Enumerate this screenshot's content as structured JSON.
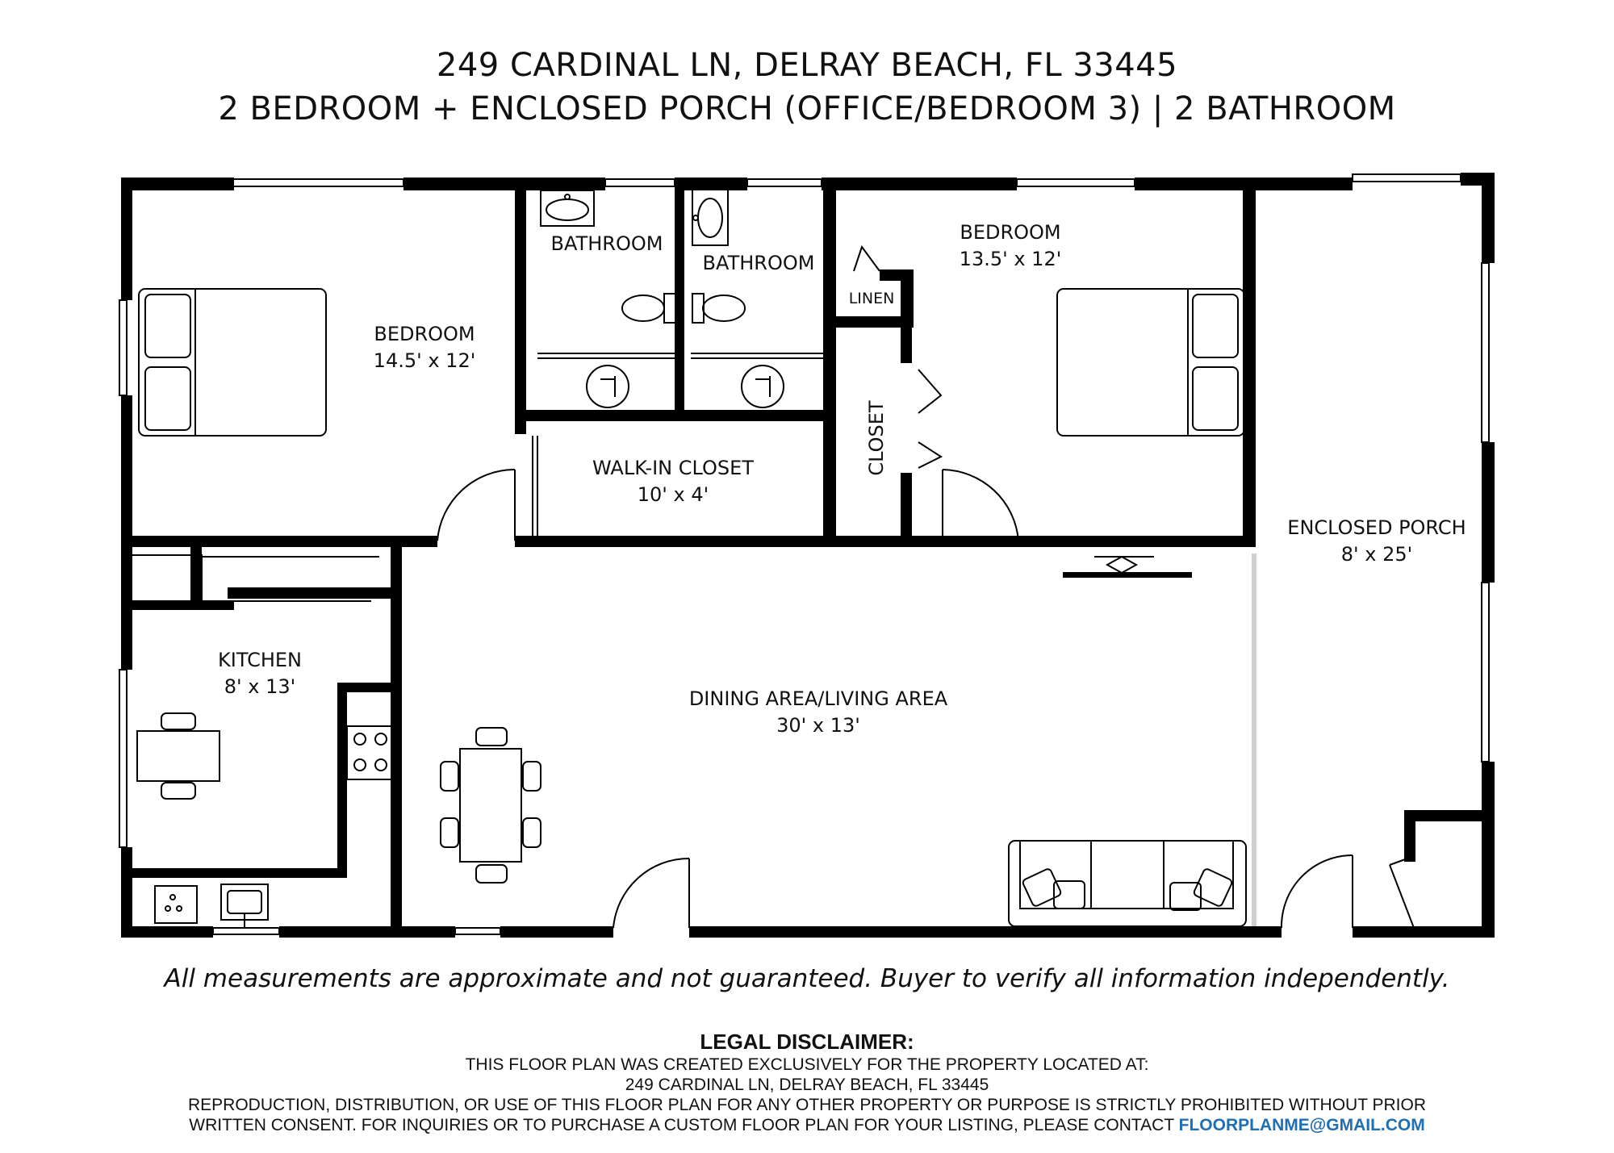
{
  "header": {
    "address": "249 CARDINAL LN, DELRAY BEACH, FL 33445",
    "summary": "2 BEDROOM + ENCLOSED PORCH (OFFICE/BEDROOM 3) | 2 BATHROOM"
  },
  "rooms": {
    "bedroom_left": {
      "name": "BEDROOM",
      "size": "14.5' x 12'"
    },
    "bathroom_a": {
      "name": "BATHROOM"
    },
    "bathroom_b": {
      "name": "BATHROOM"
    },
    "linen": {
      "name": "LINEN"
    },
    "bedroom_right": {
      "name": "BEDROOM",
      "size": "13.5' x 12'"
    },
    "walkin_closet": {
      "name": "WALK-IN CLOSET",
      "size": "10' x 4'"
    },
    "closet": {
      "name": "CLOSET"
    },
    "enclosed_porch": {
      "name": "ENCLOSED PORCH",
      "size": "8' x 25'"
    },
    "kitchen": {
      "name": "KITCHEN",
      "size": "8' x 13'"
    },
    "dining_living": {
      "name": "DINING AREA/LIVING AREA",
      "size": "30' x 13'"
    }
  },
  "footer": {
    "note": "All measurements are approximate and not guaranteed. Buyer to verify all information independently.",
    "legal_heading": "LEGAL DISCLAIMER:",
    "legal_line1": "THIS FLOOR PLAN WAS CREATED EXCLUSIVELY FOR THE PROPERTY LOCATED AT:",
    "legal_line2": "249 CARDINAL LN, DELRAY BEACH, FL 33445",
    "legal_line3": "REPRODUCTION, DISTRIBUTION, OR USE OF THIS FLOOR PLAN FOR ANY OTHER PROPERTY OR PURPOSE IS STRICTLY PROHIBITED WITHOUT PRIOR",
    "legal_line4": "WRITTEN CONSENT. FOR INQUIRIES OR TO PURCHASE A CUSTOM FLOOR PLAN FOR YOUR LISTING, PLEASE CONTACT",
    "contact_email": "FLOORPLANME@GMAIL.COM"
  },
  "colors": {
    "wall": "#000000",
    "link": "#1f6fb2",
    "porch_divider": "#cfcfcf"
  }
}
